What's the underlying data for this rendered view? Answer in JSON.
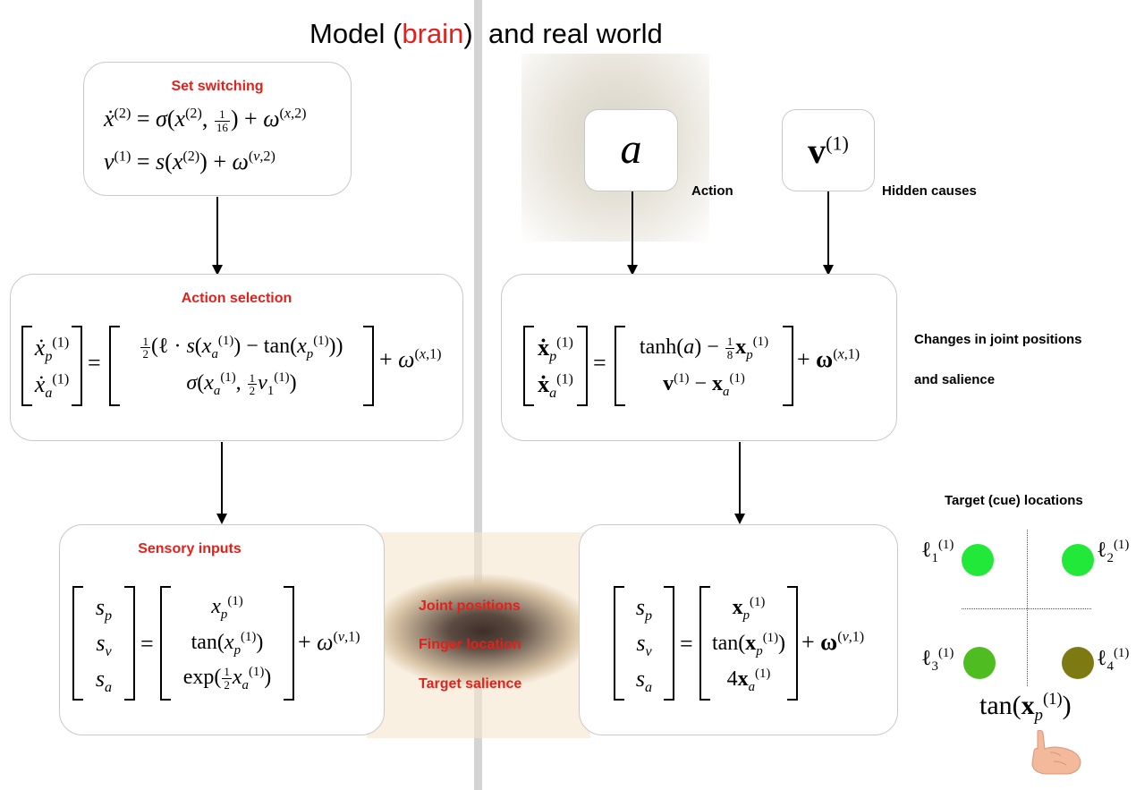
{
  "header": {
    "left_prefix": "Model (",
    "left_red": "brain",
    "left_suffix": ")",
    "right": "and real world"
  },
  "boxes": {
    "set_switching": {
      "title": "Set switching"
    },
    "action_selection": {
      "title": "Action selection"
    },
    "sensory_inputs": {
      "title": "Sensory inputs"
    }
  },
  "right_labels": {
    "action": "Action",
    "hidden_causes": "Hidden causes",
    "changes_line1": "Changes in joint positions",
    "changes_line2": "and salience",
    "target_locations": "Target  (cue) locations"
  },
  "eye_labels": [
    "Joint positions",
    "Finger location",
    "Target salience"
  ],
  "colors": {
    "accent_red": "#e4201a",
    "target1": "#22e83a",
    "target2": "#22e83a",
    "target3": "#4fbd22",
    "target4": "#7d7a12"
  }
}
